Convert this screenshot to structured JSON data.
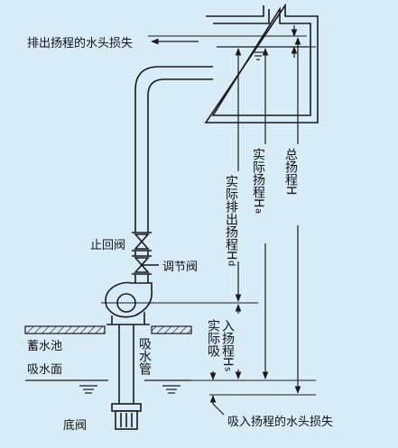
{
  "labels": {
    "discharge_head_loss": "排出扬程的水头损失",
    "check_valve": "止回阀",
    "regulating_valve": "调节阀",
    "reservoir": "蓄水池",
    "suction_surface": "吸水面",
    "suction_pipe": "吸水管",
    "foot_valve": "底阀",
    "suction_head_loss": "吸入扬程的水头损失"
  },
  "dimensions": {
    "actual_discharge_head": "实际排出扬程",
    "actual_discharge_head_symbol": "H",
    "actual_discharge_head_sub": "d",
    "actual_head": "实际扬程",
    "actual_head_symbol": "H",
    "actual_head_sub": "a",
    "total_head": "总扬程",
    "total_head_symbol": "H",
    "actual_suction_head_line1": "实际吸",
    "actual_suction_head_line2": "入扬程",
    "actual_suction_head_symbol": "H",
    "actual_suction_head_sub": "s"
  },
  "colors": {
    "background": "#d8ecf8",
    "line": "#1a1a1a",
    "water": "#1a1a1a"
  }
}
